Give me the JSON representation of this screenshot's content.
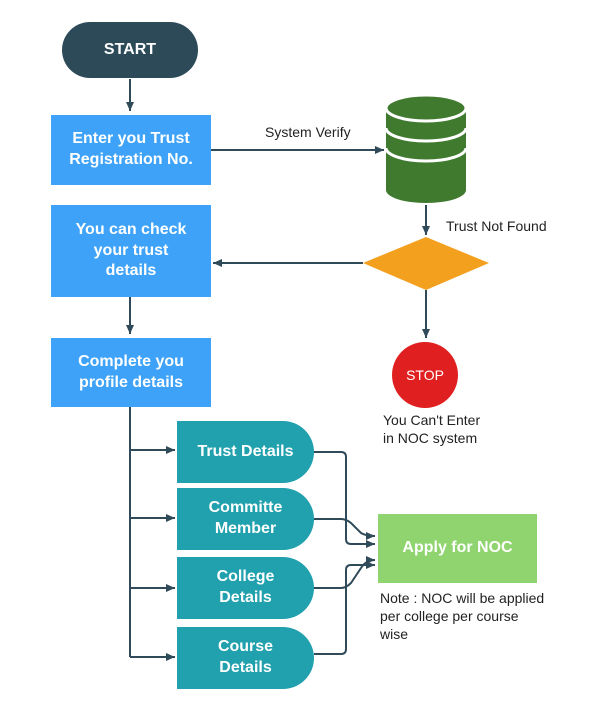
{
  "nodes": {
    "start": "START",
    "enter_trust": "Enter you Trust\nRegistration No.",
    "check_details": "You can check\nyour trust\ndetails",
    "complete_profile": "Complete you\nprofile details",
    "trust_details": "Trust Details",
    "committee_member": "Committe\nMember",
    "college_details": "College\nDetails",
    "course_details": "Course\nDetails",
    "apply_noc": "Apply for NOC",
    "stop": "STOP"
  },
  "labels": {
    "system_verify": "System Verify",
    "trust_not_found": "Trust Not Found",
    "cant_enter": "You Can't Enter\nin NOC system",
    "note": "Note : NOC will be applied\nper  college per course\nwise"
  },
  "colors": {
    "start_fill": "#2d4a59",
    "process_fill": "#3ea3f8",
    "subtask_fill": "#21a0ad",
    "apply_fill": "#8fd46f",
    "database_fill": "#3f7a2f",
    "decision_fill": "#f2a01e",
    "stop_fill": "#e02020",
    "connector": "#2f4a58"
  },
  "icons": [
    "database-icon",
    "decision-diamond-icon"
  ]
}
